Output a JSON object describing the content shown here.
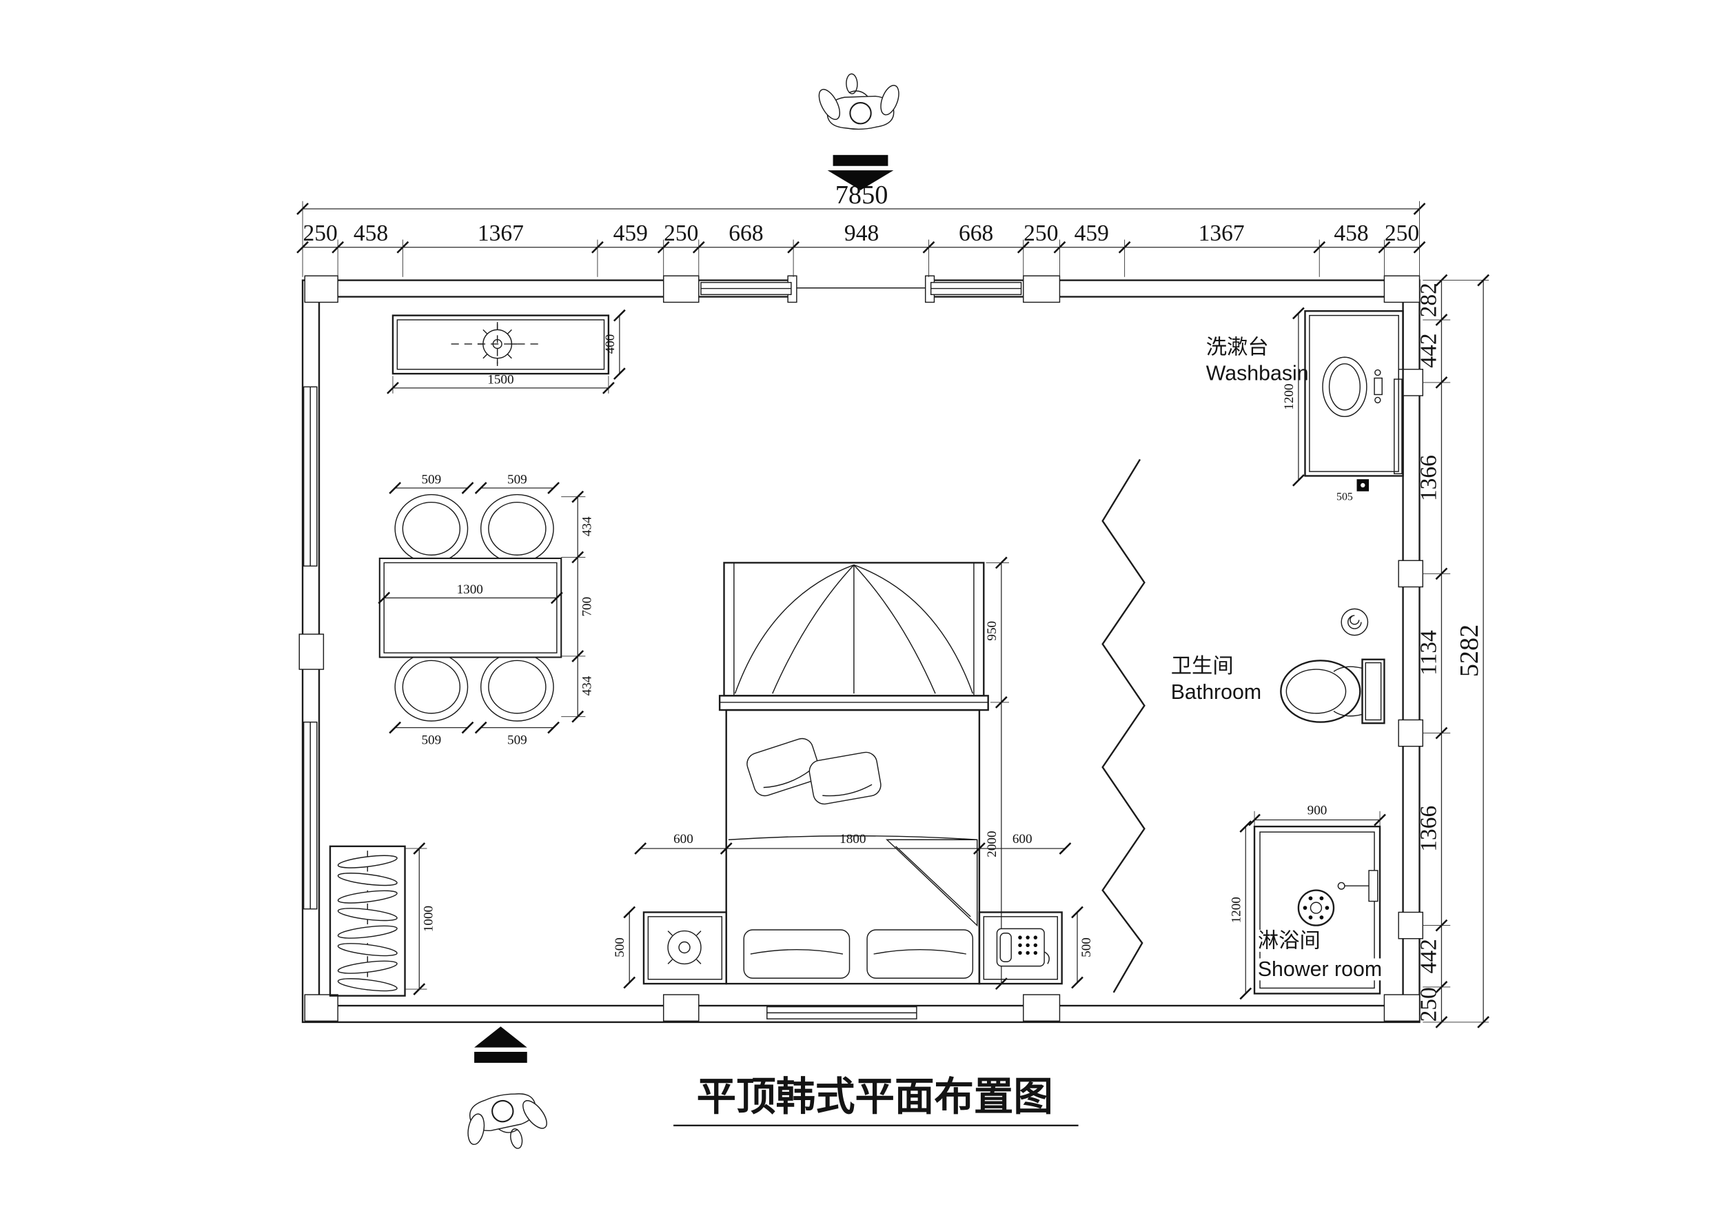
{
  "colors": {
    "line": "#1b1b1b",
    "background": "#ffffff"
  },
  "title": "平顶韩式平面布置图",
  "dim_top": {
    "total": "7850",
    "segments": [
      "250",
      "458",
      "1367",
      "459",
      "250",
      "668",
      "948",
      "668",
      "250",
      "459",
      "1367",
      "458",
      "250"
    ]
  },
  "dim_right": {
    "total": "5282",
    "segments": [
      "282",
      "442",
      "1366",
      "1134",
      "1366",
      "442",
      "250"
    ]
  },
  "rooms": {
    "washbasin": {
      "zh": "洗漱台",
      "en": "Washbasin"
    },
    "bathroom": {
      "zh": "卫生间",
      "en": "Bathroom"
    },
    "shower": {
      "zh": "淋浴间",
      "en": "Shower room"
    }
  },
  "dims": {
    "tv_width": "1500",
    "tv_depth": "400",
    "table_length": "1300",
    "chair_top_left": "509",
    "chair_top_right": "509",
    "chair_bottom_left": "509",
    "chair_bottom_right": "509",
    "dining_side_top": "434",
    "dining_side_middle": "700",
    "dining_side_bottom": "434",
    "wardrobe_length": "1000",
    "canopy_depth": "950",
    "bed_length": "2000",
    "nightstand_left_width": "600",
    "bed_width": "1800",
    "nightstand_right_width": "600",
    "nightstand_left_depth": "500",
    "nightstand_right_depth": "500",
    "washbasin_counter_length": "1200",
    "washbasin_drain": "505",
    "shower_width": "900",
    "shower_depth": "1200"
  }
}
